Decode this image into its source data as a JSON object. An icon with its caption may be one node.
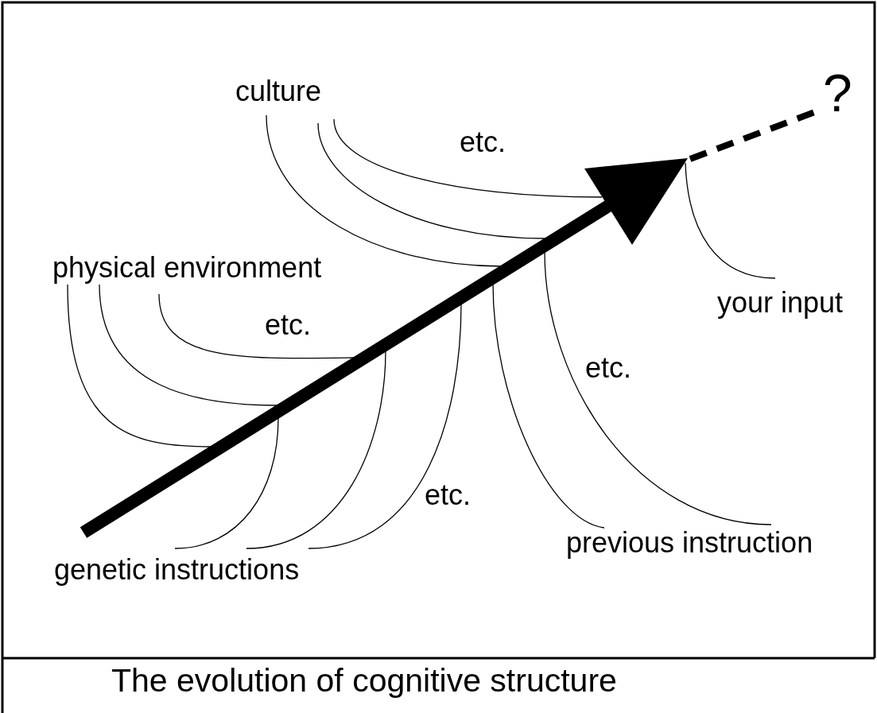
{
  "diagram": {
    "caption": "The evolution of cognitive structure",
    "nodes": [
      {
        "text": [],
        "shape": "arrow"
      },
      {
        "text": [
          "culture"
        ]
      },
      {
        "text": [
          "physical environment"
        ]
      },
      {
        "text": [
          "genetic instructions"
        ]
      },
      {
        "text": [
          "previous instruction"
        ]
      },
      {
        "text": [
          "your input"
        ]
      },
      {
        "text": [
          "?"
        ]
      }
    ],
    "edges": [
      {
        "from": 1,
        "to": 0,
        "arrow": "none"
      },
      {
        "from": 1,
        "to": 0,
        "arrow": "none"
      },
      {
        "from": 1,
        "to": 0,
        "arrow": "none"
      },
      {
        "from": 2,
        "to": 0,
        "arrow": "none"
      },
      {
        "from": 2,
        "to": 0,
        "arrow": "none"
      },
      {
        "from": 2,
        "to": 0,
        "arrow": "none"
      },
      {
        "from": 3,
        "to": 0,
        "arrow": "none"
      },
      {
        "from": 3,
        "to": 0,
        "arrow": "none"
      },
      {
        "from": 3,
        "to": 0,
        "arrow": "none"
      },
      {
        "from": 4,
        "to": 0,
        "arrow": "none"
      },
      {
        "from": 4,
        "to": 0,
        "arrow": "none"
      },
      {
        "from": 5,
        "to": 0,
        "arrow": "none"
      },
      {
        "from": 0,
        "to": 6,
        "arrow": "none",
        "style": "dashed"
      }
    ],
    "labels": [
      "etc.",
      "etc.",
      "etc.",
      "etc."
    ]
  }
}
